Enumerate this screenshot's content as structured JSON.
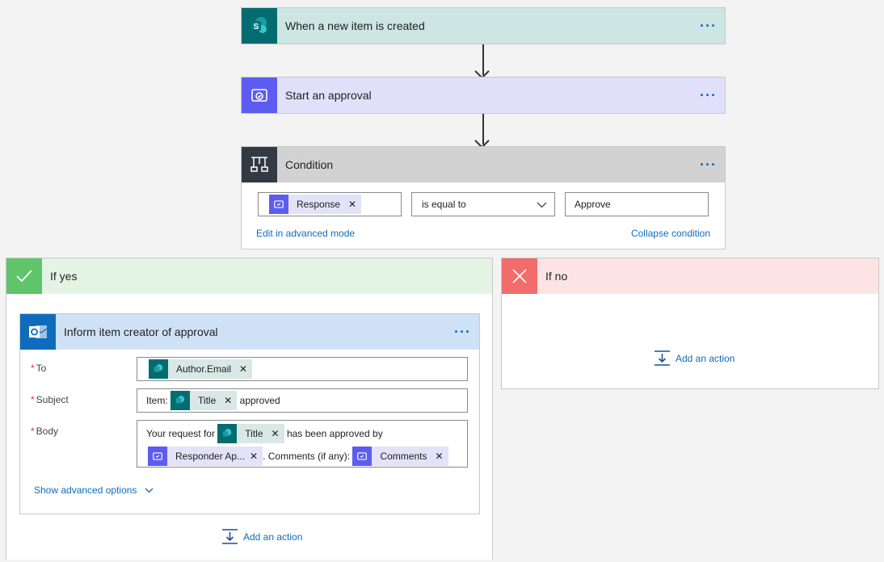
{
  "trigger": {
    "title": "When a new item is created",
    "icon": "sharepoint-icon",
    "color": "#036c70",
    "header_bg": "#cde5e3"
  },
  "approval": {
    "title": "Start an approval",
    "icon": "approval-icon",
    "color": "#5c5cf0",
    "header_bg": "#e0e0fa"
  },
  "condition": {
    "title": "Condition",
    "icon": "condition-icon",
    "header_bg": "#d2d2d2",
    "left_token": "Response",
    "operator": "is equal to",
    "right_value": "Approve",
    "edit_link": "Edit in advanced mode",
    "collapse_link": "Collapse condition"
  },
  "if_yes": {
    "title": "If yes",
    "color": "#5fc46a",
    "header_bg": "#e3f4e4",
    "action": {
      "title": "Inform item creator of approval",
      "icon": "outlook-icon",
      "color": "#0f6cbd",
      "header_bg": "#cfe2f5",
      "to_label": "To",
      "to_token": "Author.Email",
      "subject_label": "Subject",
      "subject_prefix": "Item:",
      "subject_token": "Title",
      "subject_suffix": "approved",
      "body_label": "Body",
      "body_text1": "Your request for",
      "body_token1": "Title",
      "body_text2": "has been approved by",
      "body_token2": "Responder Ap...",
      "body_text3": ". Comments (if any):",
      "body_token3": "Comments",
      "show_advanced": "Show advanced options"
    },
    "add_action": "Add an action"
  },
  "if_no": {
    "title": "If no",
    "color": "#f26c6c",
    "header_bg": "#fde4e4",
    "add_action": "Add an action"
  }
}
